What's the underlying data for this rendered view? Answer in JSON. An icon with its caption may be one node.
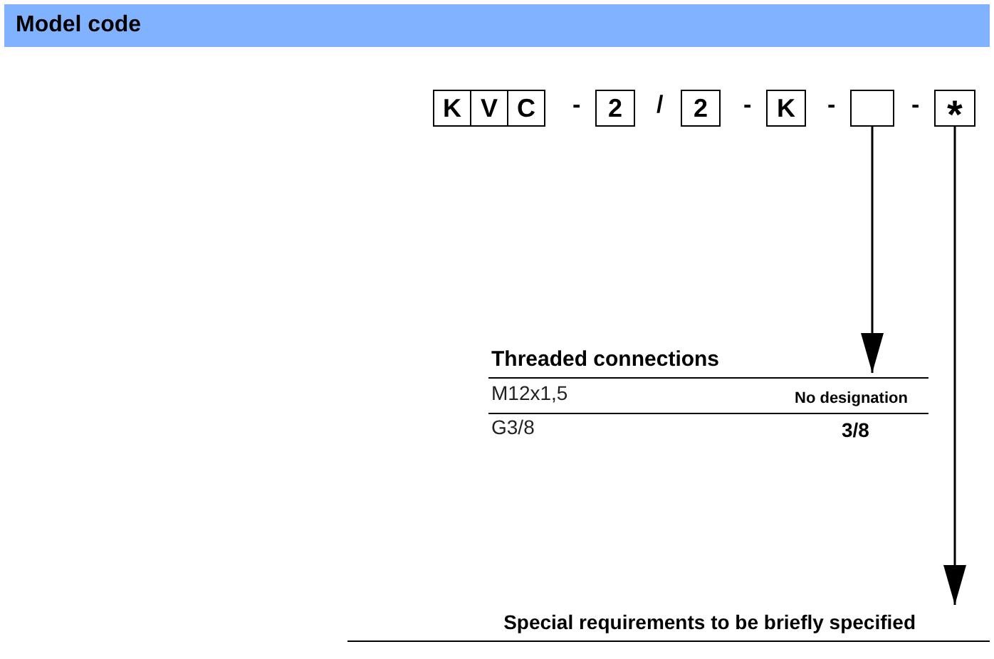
{
  "diagram": {
    "title": "Model code",
    "nodes": [
      {
        "text": [
          "K"
        ]
      },
      {
        "text": [
          "V"
        ]
      },
      {
        "text": [
          "C"
        ]
      },
      {
        "text": [
          "2"
        ]
      },
      {
        "text": [
          "2"
        ]
      },
      {
        "text": [
          "K"
        ]
      },
      {
        "text": [],
        "shape": "box"
      },
      {
        "text": [
          "*"
        ]
      },
      {
        "text": [
          "Threaded connections"
        ]
      },
      {
        "text": [
          "Special requirements to be briefly specified"
        ]
      }
    ],
    "edges": [
      {
        "from": 6,
        "to": 8,
        "arrow": "to"
      },
      {
        "from": 7,
        "to": 9,
        "arrow": "to"
      }
    ],
    "labels": [
      "-",
      "/",
      "-",
      "-",
      "-",
      "M12x1,5",
      "No designation",
      "G3/8",
      "3/8"
    ]
  }
}
